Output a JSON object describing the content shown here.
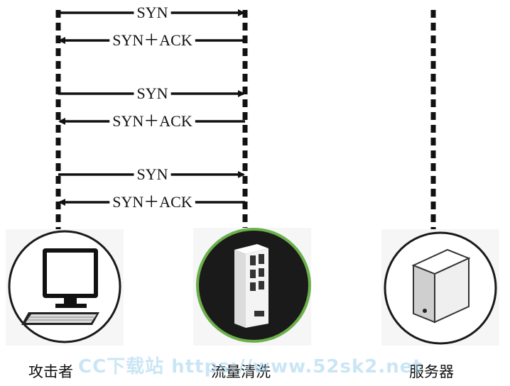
{
  "colors": {
    "line": "#111111",
    "scrubber_ring": "#6bb04a",
    "scrubber_disc": "#1a1a1a"
  },
  "messages": [
    {
      "label": "SYN",
      "direction": "right"
    },
    {
      "label": "SYN＋ACK",
      "direction": "left"
    },
    {
      "label": "SYN",
      "direction": "right"
    },
    {
      "label": "SYN＋ACK",
      "direction": "left"
    },
    {
      "label": "SYN",
      "direction": "right"
    },
    {
      "label": "SYN＋ACK",
      "direction": "left"
    }
  ],
  "nodes": {
    "attacker": {
      "label": "攻击者",
      "icon": "computer-icon"
    },
    "scrubber": {
      "label": "流量清洗",
      "icon": "network-appliance-icon"
    },
    "server": {
      "label": "服务器",
      "icon": "server-icon"
    }
  },
  "watermark": "CC下载站 https://www.52sk2.net"
}
